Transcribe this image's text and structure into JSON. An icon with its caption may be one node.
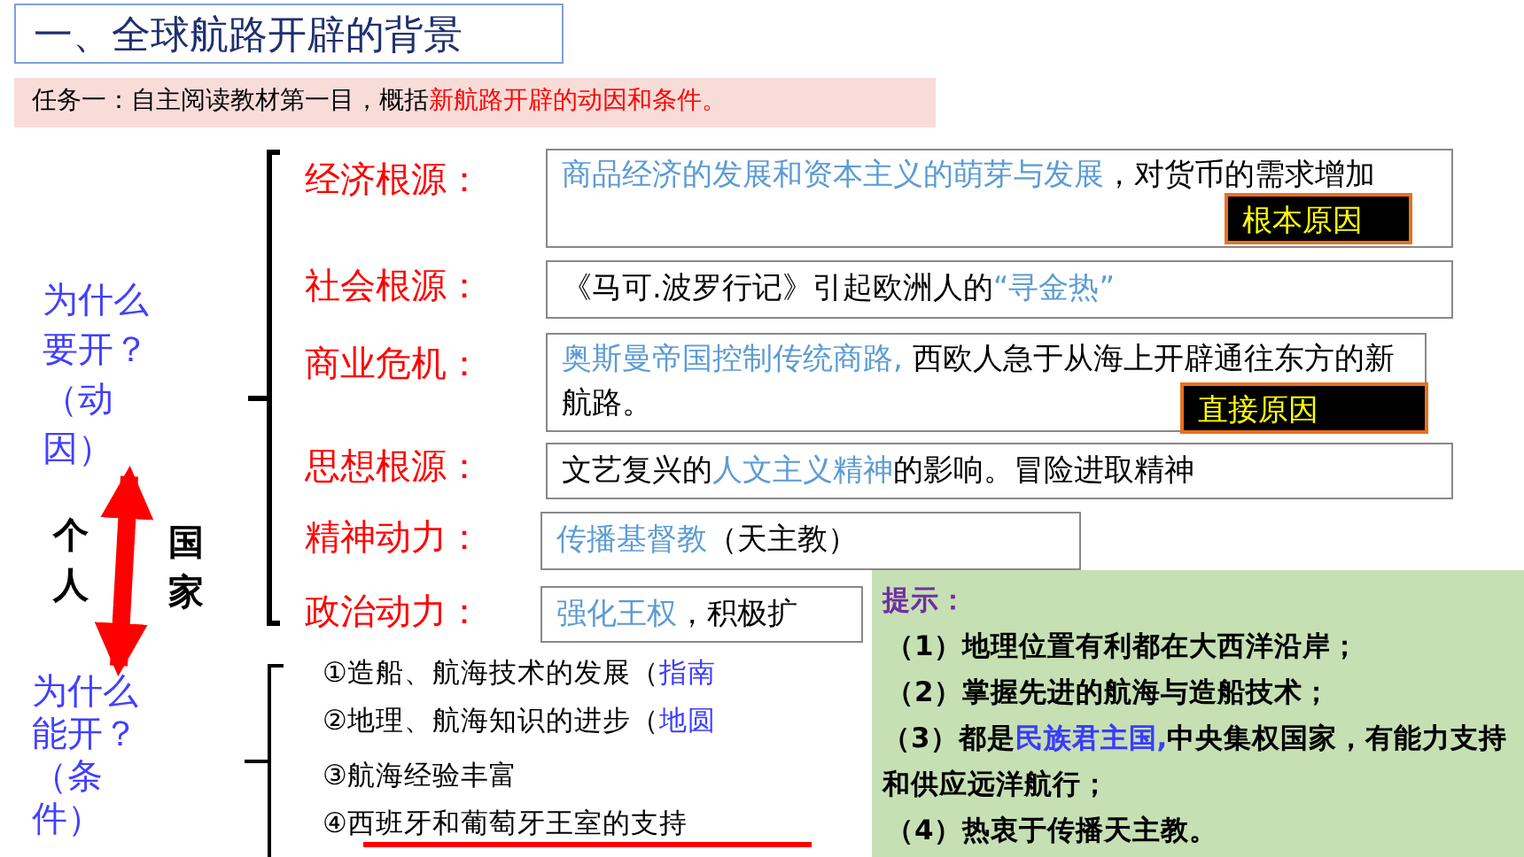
{
  "diagram": {
    "nodes": [
      {
        "text": [
          "一、全球航路开辟的背景"
        ]
      },
      {
        "text": [
          "任务一：自主阅读教材第一目，概括**新航路开辟的动因和条件。**"
        ]
      },
      {
        "text": [
          "为什么要开？（动因）"
        ]
      },
      {
        "text": [
          "为什么能开？（条件）"
        ]
      },
      {
        "text": [
          "**商品经济的发展和资本主义的萌芽与发展**，对货币的需求增加"
        ]
      },
      {
        "text": [
          "根本原因"
        ],
        "in": 4
      },
      {
        "text": [
          "《马可.波罗行记》引起欧洲人的**“寻金热”**"
        ]
      },
      {
        "text": [
          "**奥斯曼帝国控制传统商路,** 西欧人急于从海上开辟通往东方的新航路。"
        ]
      },
      {
        "text": [
          "直接原因"
        ],
        "in": 7
      },
      {
        "text": [
          "文艺复兴的**人文主义精神**的影响。冒险进取精神"
        ]
      },
      {
        "text": [
          "**传播基督教**（天主教）"
        ]
      },
      {
        "text": [
          "**强化王权**，积极扩"
        ]
      },
      {
        "text": [
          "提示：",
          "（1）地理位置有利都在大西洋沿岸；",
          "（2）掌握先进的航海与造船技术；",
          "（3）都是**民族君主国,**中央集权国家，有能力支持和供应远洋航行；",
          "（4）热衷于传播天主教。"
        ]
      }
    ],
    "edges": [
      {
        "from": 2,
        "to": 3,
        "arrow": "both",
        "color": "#ff0000"
      }
    ],
    "labels": [
      "经济根源：",
      "社会根源：",
      "商业危机：",
      "思想根源：",
      "精神动力：",
      "政治动力：",
      "个人",
      "国家",
      "①造船、航海技术的发展（**指南**",
      "②地理、航海知识的进步（**地圆**",
      "③航海经验丰富",
      "④西班牙和葡萄牙王室的支持"
    ]
  }
}
